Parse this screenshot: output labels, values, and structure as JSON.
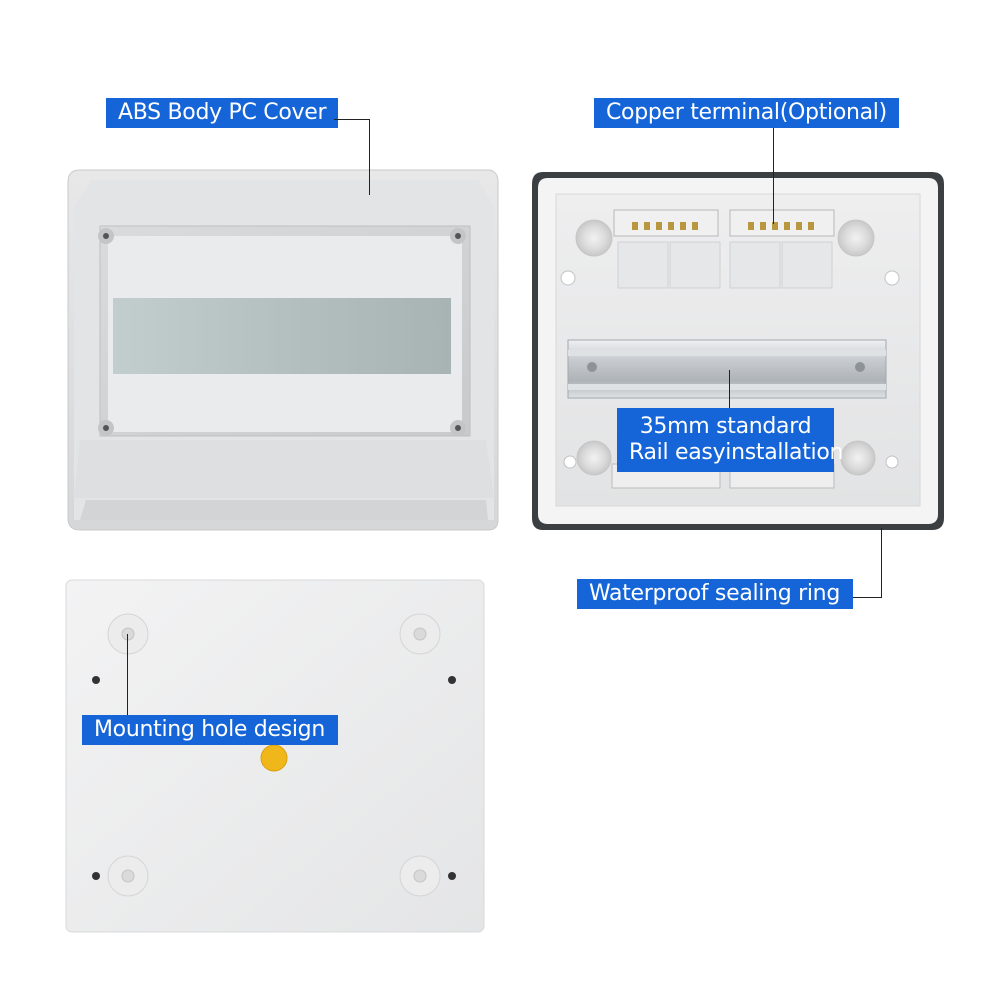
{
  "callouts": {
    "cover": "ABS Body PC Cover",
    "copper": "Copper terminal(Optional)",
    "rail_line1": "35mm standard",
    "rail_line2": "Rail easyinstallation",
    "waterproof": "Waterproof sealing ring",
    "mounting": "Mounting hole design"
  },
  "colors": {
    "callout_bg": "#1565d8",
    "callout_text": "#ffffff",
    "plastic": "#e9eaeb"
  }
}
